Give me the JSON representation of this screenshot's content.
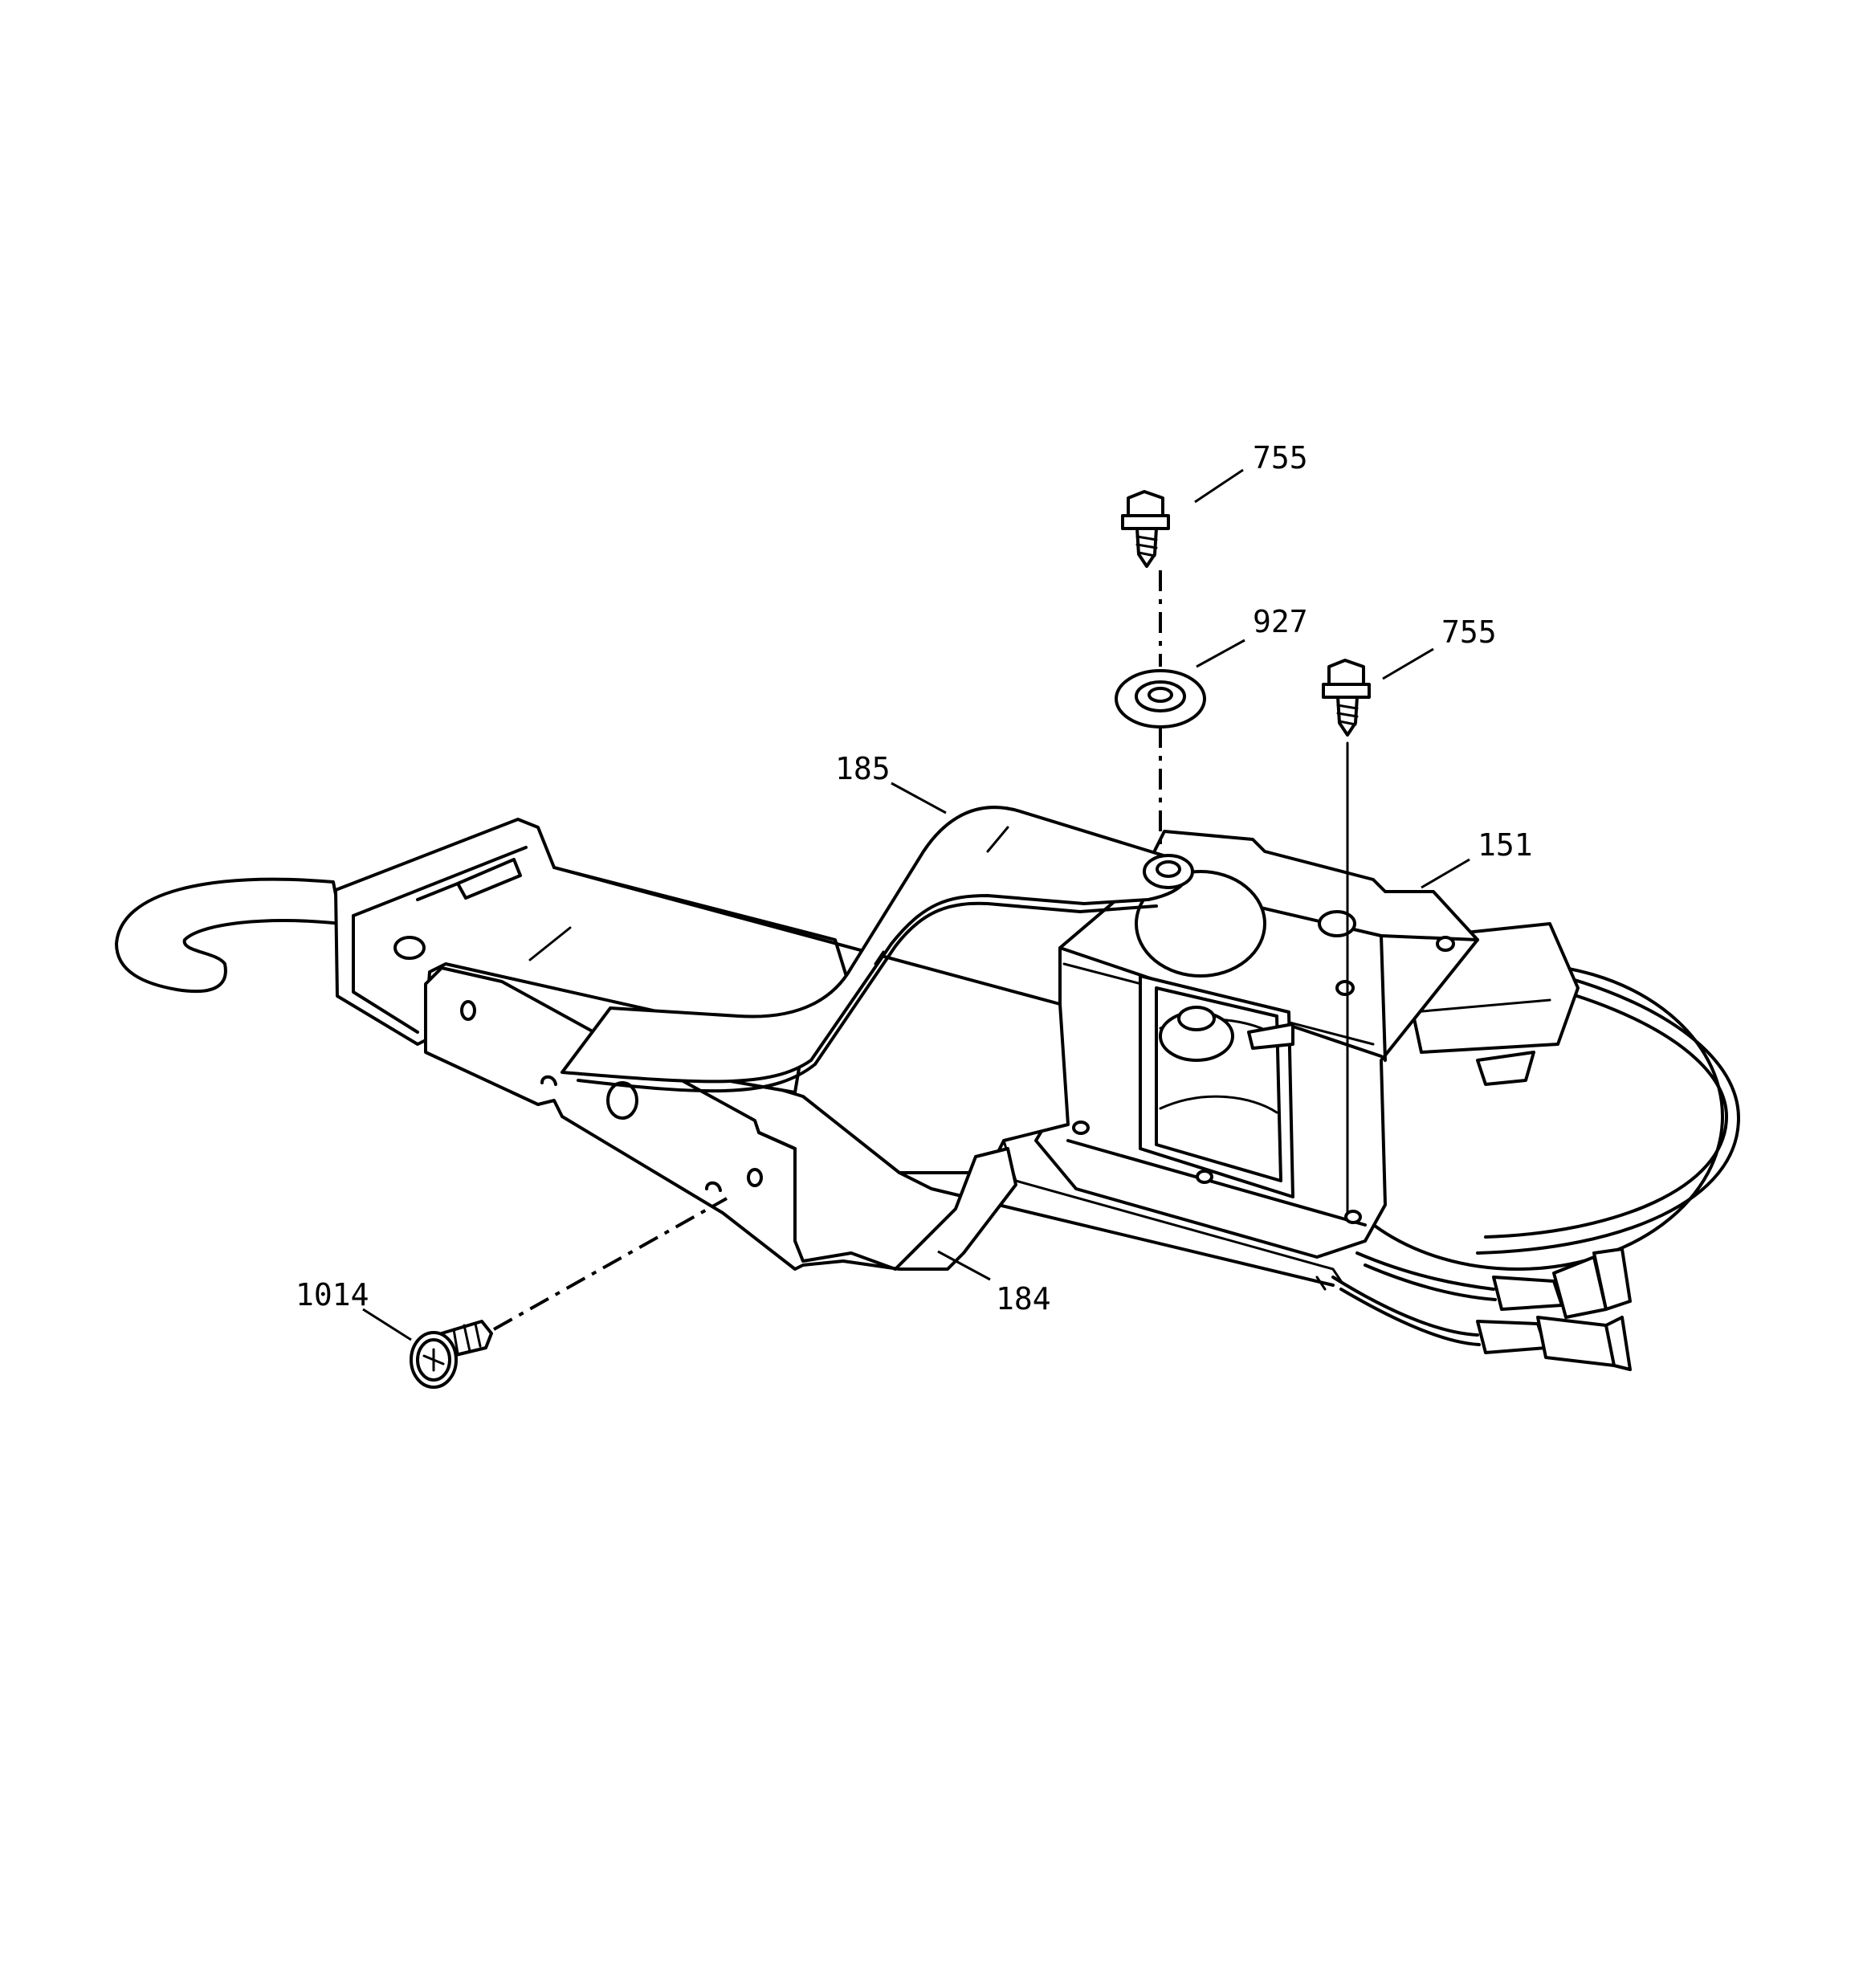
{
  "diagram": {
    "callouts": [
      {
        "id": "c755a",
        "label": "755"
      },
      {
        "id": "c927",
        "label": "927"
      },
      {
        "id": "c755b",
        "label": "755"
      },
      {
        "id": "c185",
        "label": "185"
      },
      {
        "id": "c151",
        "label": "151"
      },
      {
        "id": "c184",
        "label": "184"
      },
      {
        "id": "c1014",
        "label": "1014"
      }
    ]
  }
}
